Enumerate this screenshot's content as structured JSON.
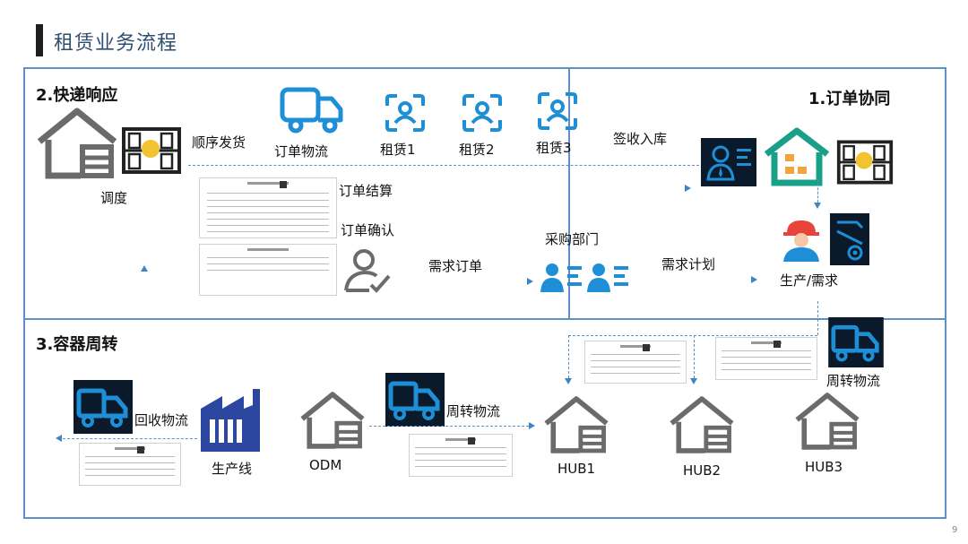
{
  "page": {
    "title": "租赁业务流程",
    "page_number": "9"
  },
  "colors": {
    "border": "#5e8fc8",
    "accent": "#1e8fd6",
    "icon_gray": "#6b6b6b",
    "icon_dark": "#0b1a2b",
    "green": "#1aa088",
    "title": "#2d4e6e"
  },
  "sections": {
    "express": {
      "title": "2.快递响应",
      "dispatch": "调度",
      "sequential_delivery": "顺序发货",
      "order_logistics": "订单物流",
      "lease1": "租赁1",
      "lease2": "租赁2",
      "lease3": "租赁3",
      "order_settlement": "订单结算",
      "order_confirm": "订单确认",
      "demand_order": "需求订单",
      "procurement": "采购部门"
    },
    "order": {
      "title": "1.订单协同",
      "receive_storage": "签收入库",
      "demand_plan": "需求计划",
      "production_demand": "生产/需求"
    },
    "container": {
      "title": "3.容器周转",
      "return_logistics": "回收物流",
      "production_line": "生产线",
      "odm": "ODM",
      "turnover_logistics_mid": "周转物流",
      "turnover_logistics_right": "周转物流",
      "hub1": "HUB1",
      "hub2": "HUB2",
      "hub3": "HUB3"
    }
  },
  "icons": {
    "house": "house-storage-icon",
    "shelf": "warehouse-shelf-icon",
    "truck": "delivery-truck-icon",
    "face_scan": "face-scan-icon",
    "person_check": "user-check-icon",
    "users": "users-list-icon",
    "badge": "employee-badge-icon",
    "worker": "worker-helmet-icon",
    "factory": "factory-icon"
  }
}
